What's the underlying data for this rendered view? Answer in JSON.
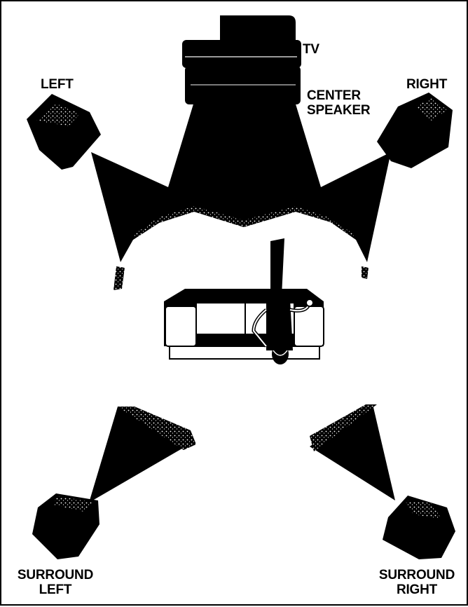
{
  "labels": {
    "tv": "TV",
    "left": "LEFT",
    "right": "RIGHT",
    "center_line1": "CENTER",
    "center_line2": "SPEAKER",
    "surround_left_line1": "SURROUND",
    "surround_left_line2": "LEFT",
    "surround_right_line1": "SURROUND",
    "surround_right_line2": "RIGHT"
  },
  "colors": {
    "ink": "#000000",
    "paper": "#ffffff",
    "grey": "#cfcfcf"
  }
}
